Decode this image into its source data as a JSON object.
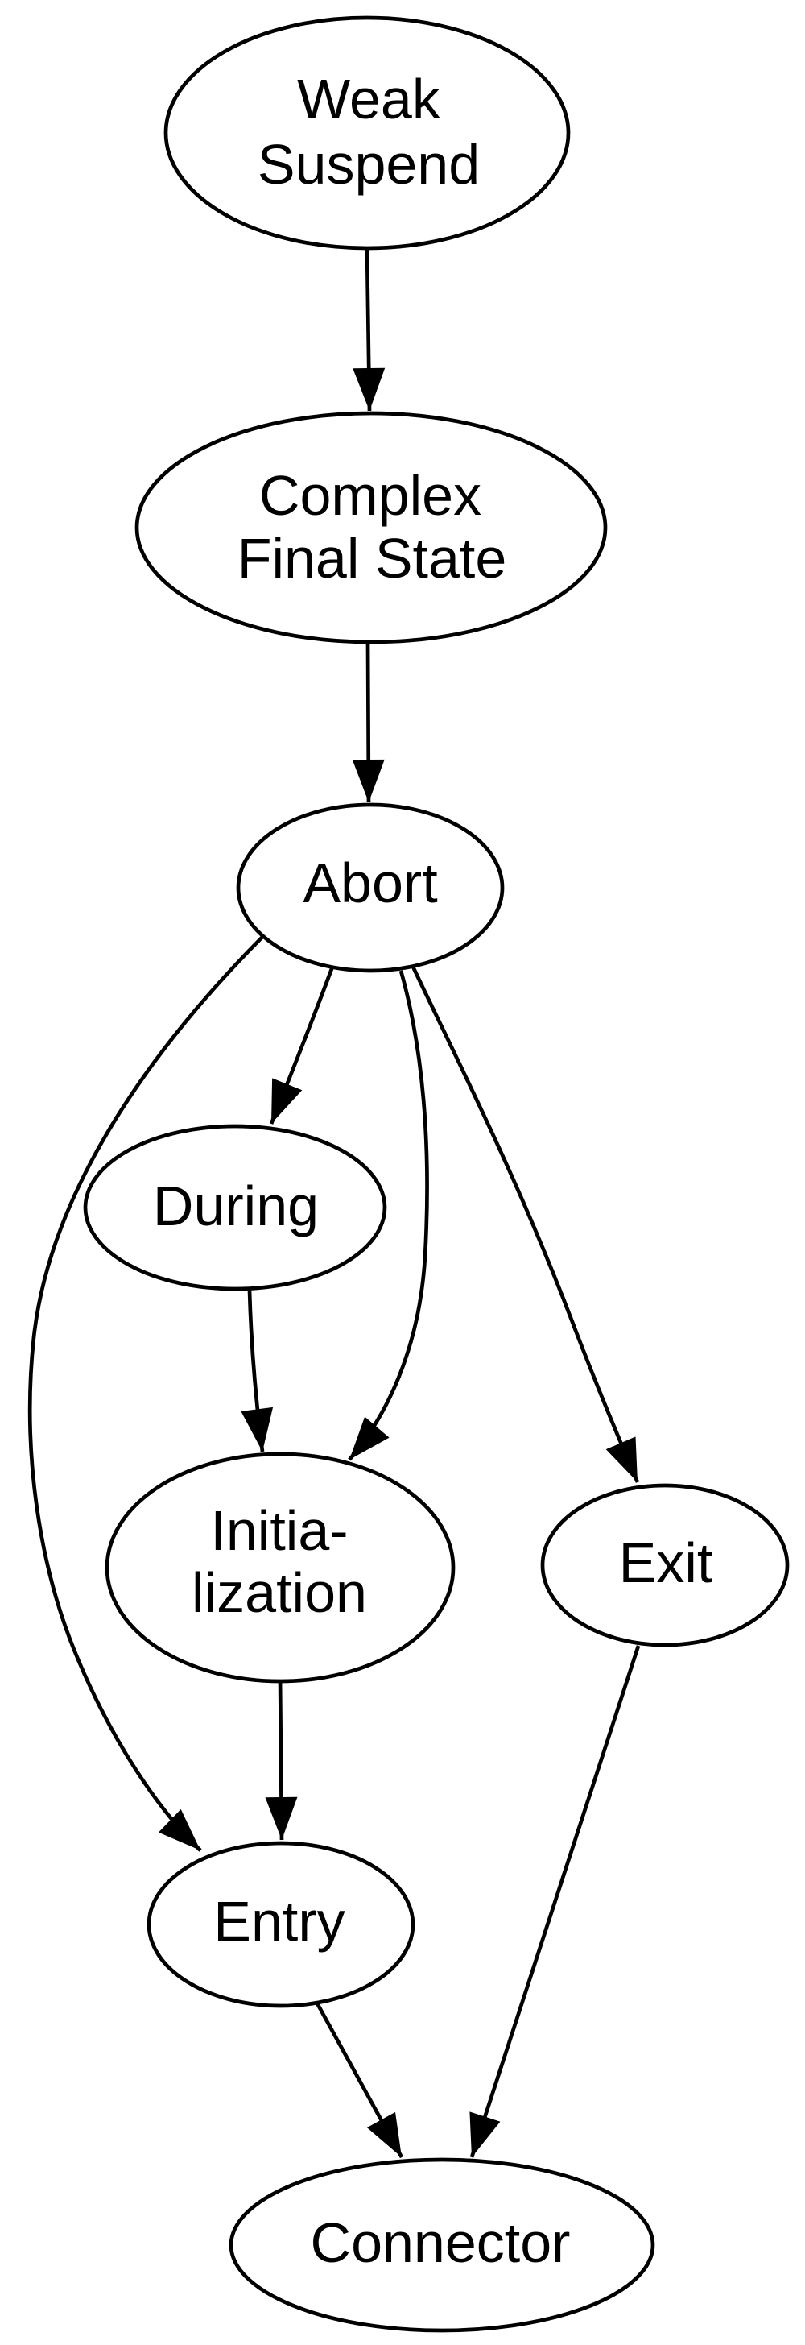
{
  "diagram": {
    "type": "directed-graph",
    "background_color": "#ffffff",
    "stroke_color": "#000000",
    "text_color": "#000000"
  },
  "nodes": [
    {
      "id": "weak-suspend",
      "label": "Weak Suspend",
      "lines": [
        "Weak",
        "Suspend"
      ]
    },
    {
      "id": "complex-final-state",
      "label": "Complex Final State",
      "lines": [
        "Complex",
        "Final State"
      ]
    },
    {
      "id": "abort",
      "label": "Abort",
      "lines": [
        "Abort"
      ]
    },
    {
      "id": "during",
      "label": "During",
      "lines": [
        "During"
      ]
    },
    {
      "id": "initialization",
      "label": "Initia-lization",
      "lines": [
        "Initia-",
        "lization"
      ]
    },
    {
      "id": "exit",
      "label": "Exit",
      "lines": [
        "Exit"
      ]
    },
    {
      "id": "entry",
      "label": "Entry",
      "lines": [
        "Entry"
      ]
    },
    {
      "id": "connector",
      "label": "Connector",
      "lines": [
        "Connector"
      ]
    }
  ],
  "edges": [
    {
      "from": "Weak Suspend",
      "to": "Complex Final State"
    },
    {
      "from": "Complex Final State",
      "to": "Abort"
    },
    {
      "from": "Abort",
      "to": "During"
    },
    {
      "from": "Abort",
      "to": "Initia-lization"
    },
    {
      "from": "Abort",
      "to": "Exit"
    },
    {
      "from": "Abort",
      "to": "Entry"
    },
    {
      "from": "During",
      "to": "Initia-lization"
    },
    {
      "from": "Initia-lization",
      "to": "Entry"
    },
    {
      "from": "Exit",
      "to": "Connector"
    },
    {
      "from": "Entry",
      "to": "Connector"
    }
  ]
}
